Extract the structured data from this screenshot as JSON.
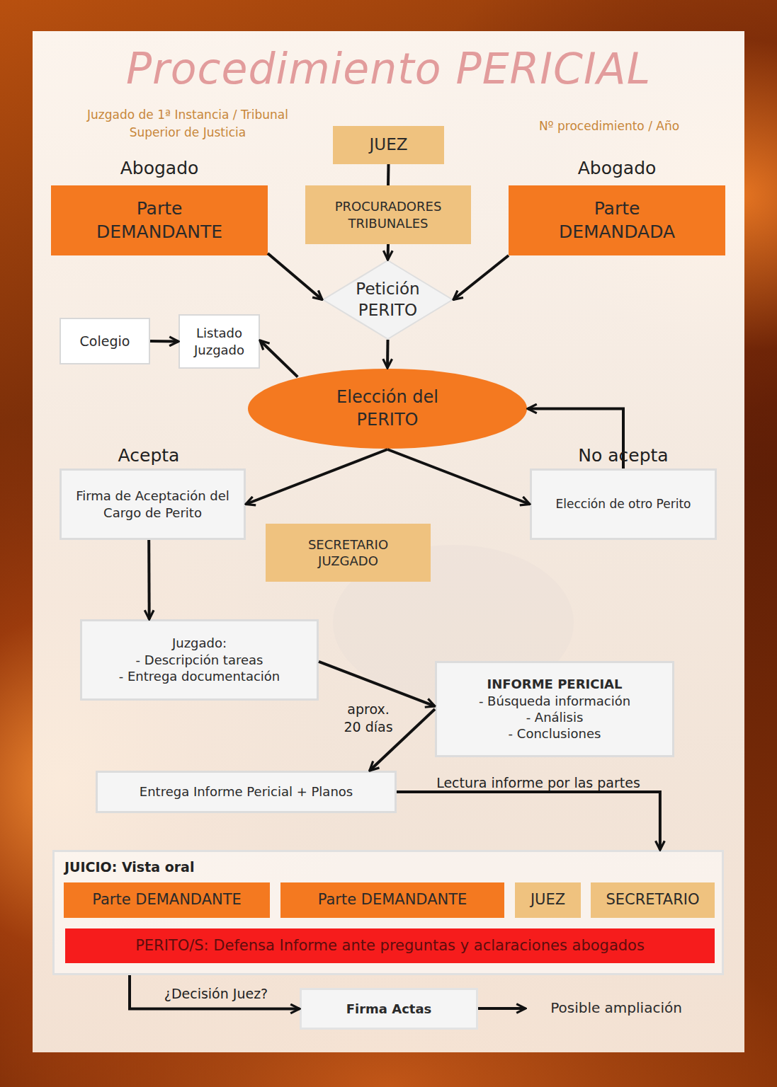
{
  "diagram": {
    "title": "Procedimiento PERICIAL",
    "nodes": [
      {
        "text": [
          "JUEZ"
        ]
      },
      {
        "text": [
          "PROCURADORES TRIBUNALES"
        ]
      },
      {
        "text": [
          "Abogado",
          "Parte DEMANDANTE"
        ]
      },
      {
        "text": [
          "Abogado",
          "Parte DEMANDADA"
        ]
      },
      {
        "text": [
          "Petición PERITO"
        ]
      },
      {
        "text": [
          "Colegio"
        ]
      },
      {
        "text": [
          "Listado Juzgado"
        ]
      },
      {
        "text": [
          "Elección del PERITO"
        ]
      },
      {
        "text": [
          "Firma de Aceptación del Cargo de Perito"
        ]
      },
      {
        "text": [
          "Elección de otro Perito"
        ]
      },
      {
        "text": [
          "SECRETARIO JUZGADO"
        ]
      },
      {
        "text": [
          "Juzgado:",
          "- Descripción tareas",
          "- Entrega documentación"
        ]
      },
      {
        "text": [
          "INFORME PERICIAL",
          "- Búsqueda información",
          "- Análisis",
          "- Conclusiones"
        ]
      },
      {
        "text": [
          "Entrega Informe Pericial + Planos"
        ]
      },
      {
        "text": [
          "JUICIO: Vista oral"
        ]
      },
      {
        "text": [
          "Parte DEMANDANTE"
        ],
        "in": 14
      },
      {
        "text": [
          "Parte DEMANDANTE"
        ],
        "in": 14
      },
      {
        "text": [
          "JUEZ"
        ],
        "in": 14
      },
      {
        "text": [
          "SECRETARIO"
        ],
        "in": 14
      },
      {
        "text": [
          "PERITO/S: Defensa Informe ante preguntas y aclaraciones abogados"
        ],
        "in": 14
      },
      {
        "text": [
          "Firma Actas"
        ]
      }
    ],
    "edges": [
      {
        "from": 0,
        "to": 1,
        "arrow": "none"
      },
      {
        "from": 1,
        "to": 4,
        "arrow": "to"
      },
      {
        "from": 2,
        "to": 4,
        "arrow": "to"
      },
      {
        "from": 3,
        "to": 4,
        "arrow": "to"
      },
      {
        "from": 4,
        "to": 7,
        "arrow": "to"
      },
      {
        "from": 5,
        "to": 6,
        "arrow": "to"
      },
      {
        "from": 7,
        "to": 6,
        "arrow": "to"
      },
      {
        "from": 7,
        "to": 8,
        "label": "Acepta",
        "arrow": "to"
      },
      {
        "from": 7,
        "to": 9,
        "label": "No acepta",
        "arrow": "to"
      },
      {
        "from": 9,
        "to": 7,
        "arrow": "to"
      },
      {
        "from": 8,
        "to": 11,
        "arrow": "to"
      },
      {
        "from": 11,
        "to": 12,
        "arrow": "to"
      },
      {
        "from": 12,
        "to": 13,
        "label": "aprox. 20 días",
        "arrow": "to"
      },
      {
        "from": 13,
        "to": 14,
        "label": "Lectura informe por las partes",
        "arrow": "to"
      },
      {
        "from": 14,
        "to": 20,
        "label": "¿Decisión Juez?",
        "arrow": "to"
      }
    ],
    "labels": [
      "Juzgado de 1ª Instancia / Tribunal Superior de Justicia",
      "Nº procedimiento / Año",
      "Posible ampliación"
    ]
  }
}
